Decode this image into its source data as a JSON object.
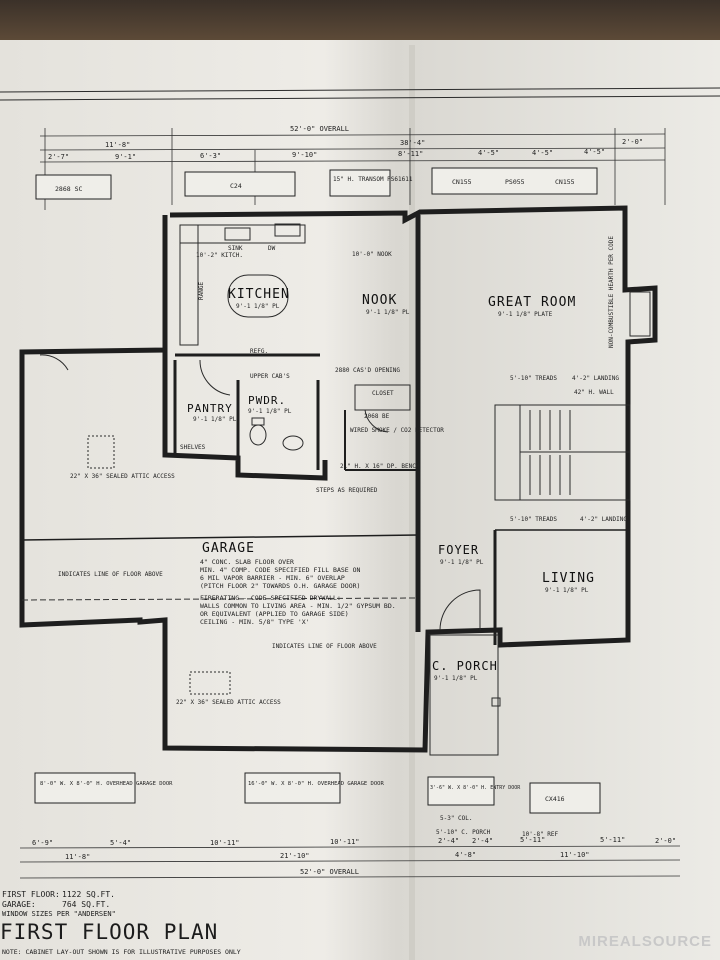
{
  "dimensions": {
    "overall_top": "52'-0\" OVERALL",
    "left_top": "11'-8\"",
    "right_top": "38'-4\"",
    "edge_top": "2'-0\"",
    "row2": [
      "2'-7\"",
      "9'-1\"",
      "6'-3\"",
      "9'-10\"",
      "8'-11\"",
      "4'-5\"",
      "4'-5\"",
      "4'-5\""
    ],
    "overall_bottom": "52'-0\" OVERALL",
    "bottom_row1": [
      "6'-9\"",
      "5'-4\"",
      "10'-11\"",
      "10'-11\"",
      "2'-4\"",
      "2'-4\"",
      "5'-11\"",
      "5'-11\""
    ],
    "bottom_row2": [
      "11'-8\"",
      "21'-10\"",
      "4'-8\"",
      "11'-10\"",
      "2'-0\""
    ]
  },
  "windows": {
    "w1": "2868 SC",
    "w2": "C24",
    "w3": "15\" H. TRANSOM PS61611",
    "w4": "CN155",
    "w5": "PS055",
    "w6": "CN155",
    "w7": "CX416"
  },
  "rooms": {
    "kitchen": {
      "name": "KITCHEN",
      "sub": "9'-1 1/8\" PL"
    },
    "nook": {
      "name": "NOOK",
      "sub": "9'-1 1/8\" PL"
    },
    "great_room": {
      "name": "GREAT ROOM",
      "sub": "9'-1 1/8\" PLATE"
    },
    "pantry": {
      "name": "PANTRY",
      "sub": "9'-1 1/8\" PL"
    },
    "pwdr": {
      "name": "PWDR.",
      "sub": "9'-1 1/8\" PL"
    },
    "garage": {
      "name": "GARAGE"
    },
    "foyer": {
      "name": "FOYER",
      "sub": "9'-1 1/8\" PL"
    },
    "living": {
      "name": "LIVING",
      "sub": "9'-1 1/8\" PL"
    },
    "porch": {
      "name": "C. PORCH",
      "sub": "9'-1 1/8\" PL"
    }
  },
  "notes": {
    "sink": "SINK",
    "dw": "DW",
    "kitch": "10'-2\" KITCH.",
    "nook_dim": "10'-0\" NOOK",
    "refg": "REFG.",
    "range": "RANGE",
    "upper_cabs": "UPPER CAB'S",
    "cased_2880": "2880 CAS'D OPENING",
    "closet": "CLOSET",
    "door_2068": "2068 BE",
    "smoke": "WIRED SMOKE / CO2 DETECTOR",
    "bench": "21\" H. X 16\" DP. BENCH",
    "steps": "STEPS AS REQUIRED",
    "shelves": "SHELVES",
    "attic1": "22\" X 36\" SEALED ATTIC ACCESS",
    "attic2": "22\" X 36\" SEALED ATTIC ACCESS",
    "floor_line1": "INDICATES LINE OF FLOOR ABOVE",
    "floor_line2": "INDICATES LINE OF FLOOR ABOVE",
    "treads1": "5'-10\" TREADS",
    "landing1": "4'-2\" LANDING",
    "wall42": "42\" H. WALL",
    "treads2": "5'-10\" TREADS",
    "landing2": "4'-2\" LANDING",
    "fireplace": "NON-COMBUSTIBLE HEARTH PER CODE",
    "garage_notes": [
      "4\" CONC. SLAB FLOOR OVER",
      "MIN. 4\" COMP. CODE SPECIFIED FILL BASE ON",
      "6 MIL VAPOR BARRIER - MIN. 6\" OVERLAP",
      "(PITCH FLOOR 2\" TOWARDS O.H. GARAGE DOOR)",
      "FIRERATING - CODE SPECIFIED DRYWALL:",
      "WALLS COMMON TO LIVING AREA - MIN. 1/2\" GYPSUM BD.",
      "OR EQUIVALENT (APPLIED TO GARAGE SIDE)",
      "CEILING - MIN. 5/8\" TYPE 'X'"
    ],
    "ohd1": "8'-0\" W. X 8'-0\" H. OVERHEAD GARAGE DOOR",
    "ohd2": "16'-0\" W. X 8'-0\" H. OVERHEAD GARAGE DOOR",
    "entry": "3'-6\" W. X 8'-0\" H. ENTRY DOOR",
    "col": "5-3\" COL.",
    "porch_dim": "5'-10\" C. PORCH",
    "ref": "10'-8\" REF"
  },
  "footer": {
    "first_floor": "FIRST FLOOR:",
    "first_floor_val": "1122 SQ.FT.",
    "garage": "GARAGE:",
    "garage_val": "764 SQ.FT.",
    "window_sizes": "WINDOW SIZES PER \"ANDERSEN\"",
    "title": "FIRST FLOOR PLAN",
    "cabinet_note": "NOTE: CABINET LAY-OUT SHOWN IS FOR ILLUSTRATIVE PURPOSES ONLY"
  },
  "watermark": "MIREALSOURCE"
}
